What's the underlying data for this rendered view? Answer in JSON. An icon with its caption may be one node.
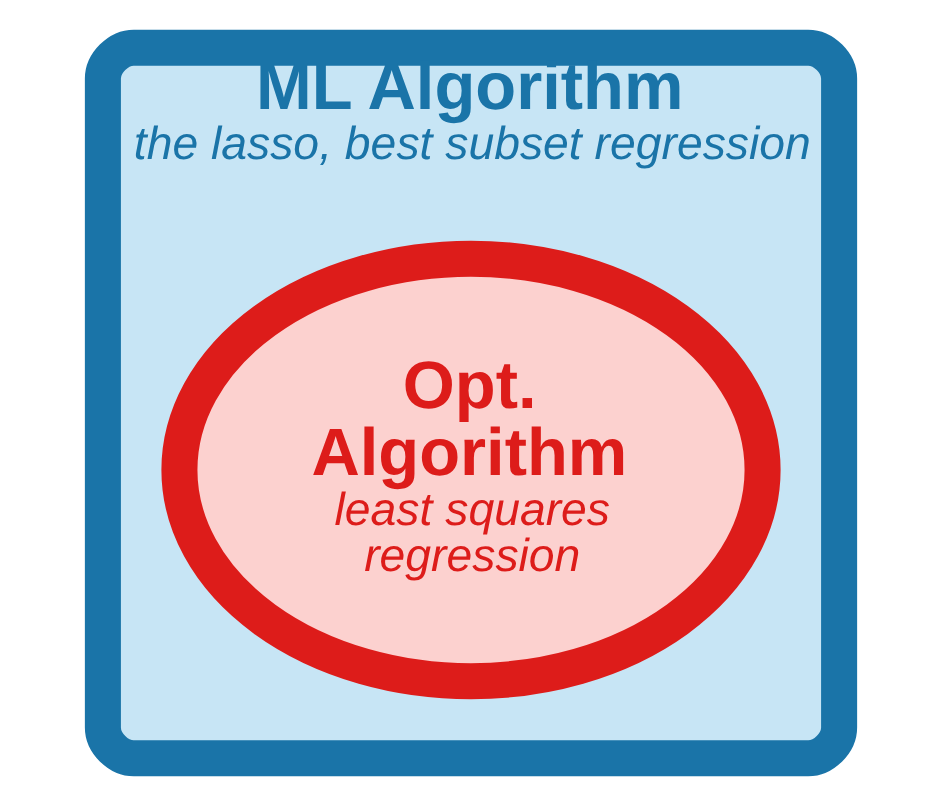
{
  "diagram": {
    "nodes": [
      {
        "text": [
          "ML Algorithm",
          "the lasso, best subset regression"
        ]
      },
      {
        "text": [
          "Opt. Algorithm",
          "least squares regression"
        ],
        "in": 0
      }
    ],
    "edges": []
  }
}
